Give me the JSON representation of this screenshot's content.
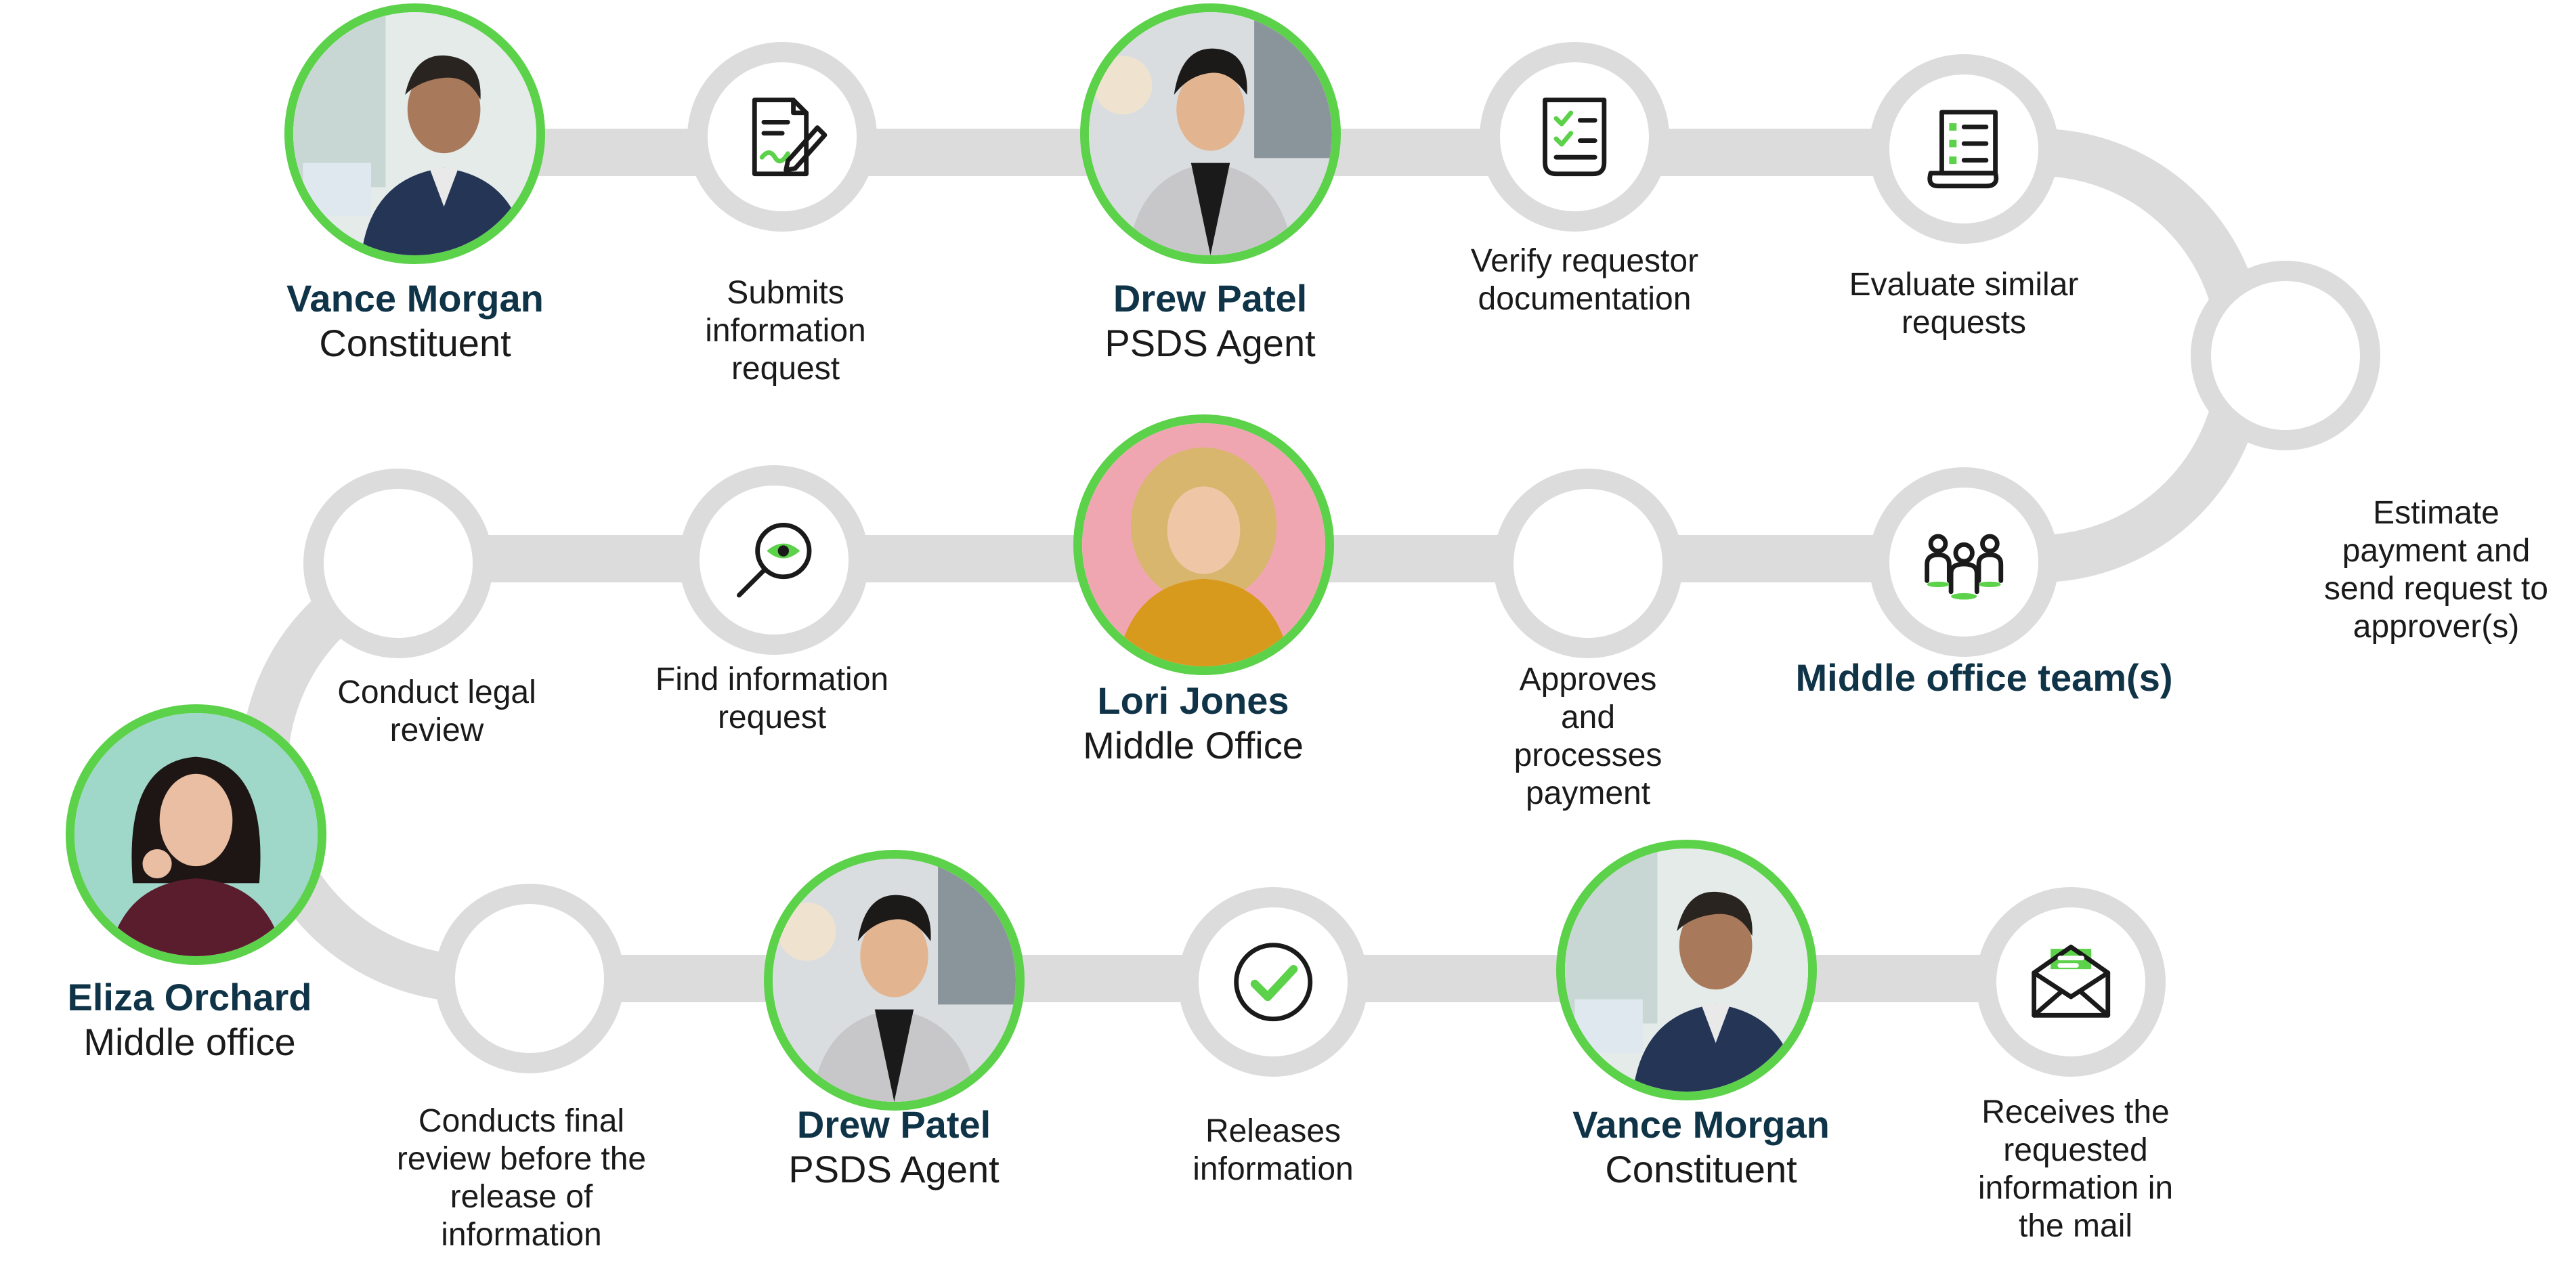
{
  "colors": {
    "track": "#dcdcdc",
    "accent": "#5cd14a",
    "name_text": "#0f3347",
    "body_text": "#1a1a1a"
  },
  "people": {
    "vance_top": {
      "name": "Vance Morgan",
      "role": "Constituent"
    },
    "drew_top": {
      "name": "Drew Patel",
      "role": "PSDS Agent"
    },
    "lori": {
      "name": "Lori Jones",
      "role": "Middle Office"
    },
    "eliza": {
      "name": "Eliza Orchard",
      "role": "Middle office"
    },
    "drew_bottom": {
      "name": "Drew Patel",
      "role": "PSDS Agent"
    },
    "vance_bottom": {
      "name": "Vance Morgan",
      "role": "Constituent"
    },
    "middle_team": {
      "name": "Middle office team(s)"
    }
  },
  "steps": {
    "submit": {
      "lines": [
        "Submits",
        "information",
        "request"
      ],
      "icon": "document-pen-icon"
    },
    "verify": {
      "lines": [
        "Verify requestor",
        "documentation"
      ],
      "icon": "checklist-icon"
    },
    "evaluate": {
      "lines": [
        "Evaluate similar",
        "requests"
      ],
      "icon": "list-scroll-icon"
    },
    "estimate": {
      "lines": [
        "Estimate",
        "payment and",
        "send request to",
        "approver(s)"
      ]
    },
    "approve": {
      "lines": [
        "Approves",
        "and",
        "processes",
        "payment"
      ]
    },
    "find": {
      "lines": [
        "Find information",
        "request"
      ],
      "icon": "magnifier-eye-icon"
    },
    "legal": {
      "lines": [
        "Conduct legal",
        "review"
      ]
    },
    "final": {
      "lines": [
        "Conducts final",
        "review before the",
        "release of",
        "information"
      ]
    },
    "release": {
      "lines": [
        "Releases",
        "information"
      ],
      "icon": "check-circle-icon"
    },
    "receive": {
      "lines": [
        "Receives the",
        "requested",
        "information in",
        "the mail"
      ],
      "icon": "envelope-icon"
    }
  }
}
